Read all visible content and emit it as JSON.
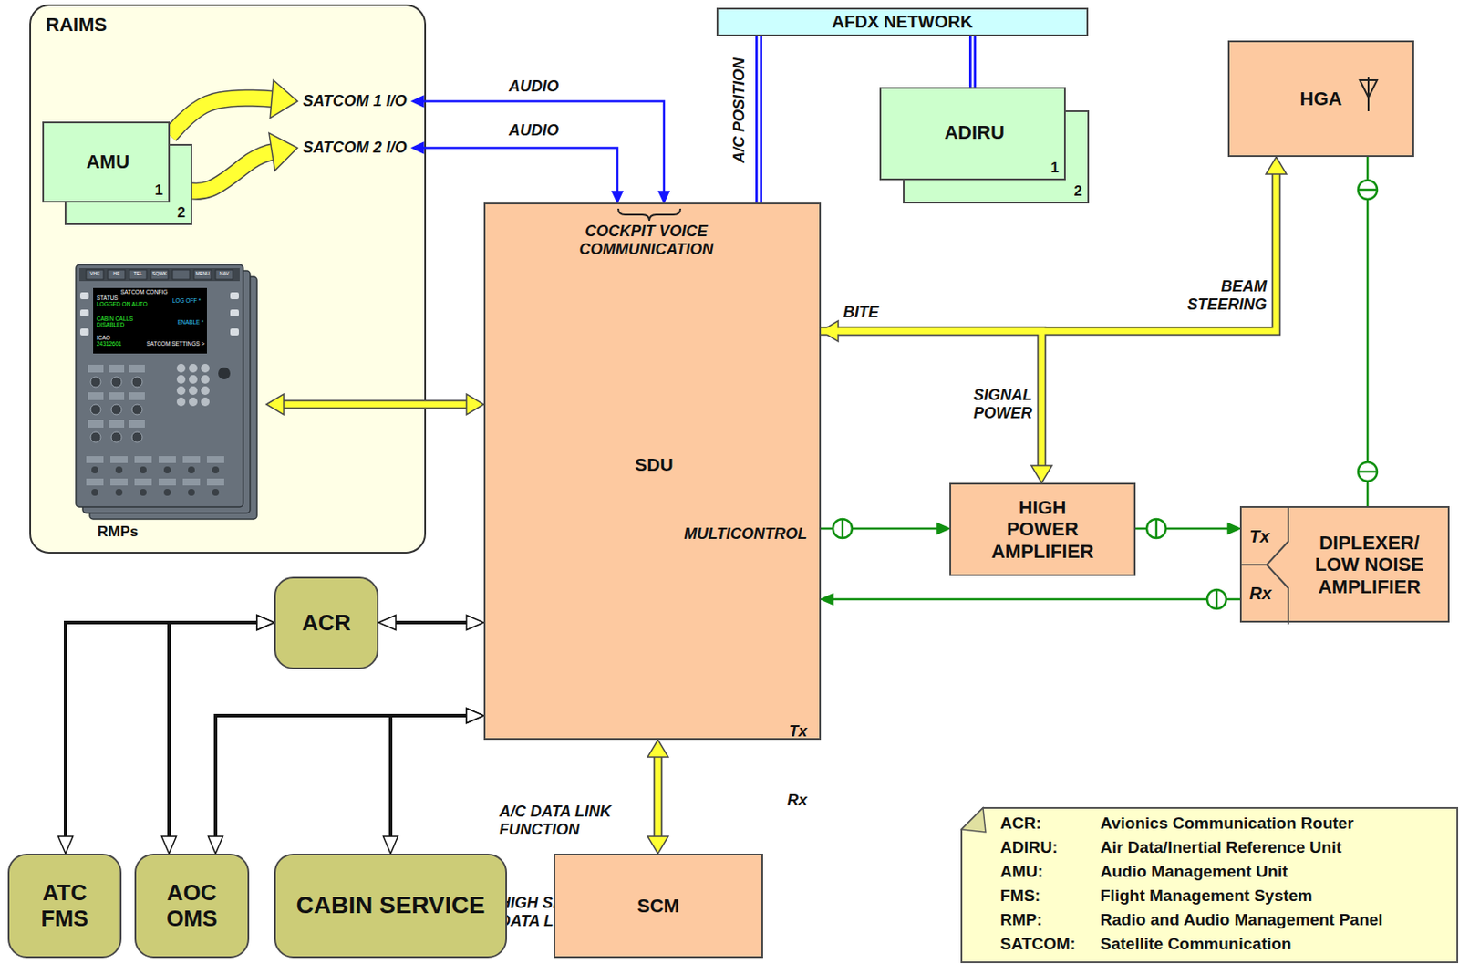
{
  "diagram": {
    "nodes": [
      {
        "text": [
          "RAIMS"
        ]
      },
      {
        "text": [
          "AMU",
          "1"
        ],
        "in": 0
      },
      {
        "text": [
          "2"
        ],
        "in": 0
      },
      {
        "text": [
          "SATCOM 1 I/O"
        ],
        "in": 0
      },
      {
        "text": [
          "SATCOM 2 I/O"
        ],
        "in": 0
      },
      {
        "text": [
          "VHF",
          "HF",
          "TEL",
          "SQWK",
          "MENU",
          "NAV",
          "SATCOM CONFIG",
          "STATUS",
          "LOGGED ON AUTO",
          "LOG OFF *",
          "CABIN CALLS",
          "DISABLED",
          "ENABLE *",
          "ICAO",
          "24312601",
          "SATCOM SETTINGS >",
          "RMPs"
        ],
        "in": 0
      },
      {
        "text": [
          "AFDX NETWORK"
        ]
      },
      {
        "text": [
          "ADIRU",
          "1"
        ]
      },
      {
        "text": [
          "2"
        ]
      },
      {
        "text": [
          "HGA"
        ]
      },
      {
        "text": [
          "SDU",
          "COCKPIT VOICE COMMUNICATION",
          "MULTICONTROL",
          "Tx",
          "Rx",
          "A/C DATA LINK FUNCTION",
          "HIGH SPEED DATA LINK"
        ]
      },
      {
        "text": [
          "HIGH POWER AMPLIFIER"
        ]
      },
      {
        "text": [
          "Tx",
          "Rx",
          "DIPLEXER/ LOW NOISE AMPLIFIER"
        ]
      },
      {
        "text": [
          "ACR"
        ]
      },
      {
        "text": [
          "ATC FMS"
        ]
      },
      {
        "text": [
          "AOC OMS"
        ]
      },
      {
        "text": [
          "CABIN SERVICE"
        ]
      },
      {
        "text": [
          "SCM"
        ]
      }
    ],
    "edges": [
      {
        "from": 1,
        "to": 3,
        "arrow": "to"
      },
      {
        "from": 1,
        "to": 4,
        "arrow": "to"
      },
      {
        "from": 3,
        "to": 10,
        "arrow": "both",
        "label": "AUDIO"
      },
      {
        "from": 4,
        "to": 10,
        "arrow": "both",
        "label": "AUDIO"
      },
      {
        "from": 6,
        "to": 10,
        "arrow": "none",
        "label": "A/C POSITION"
      },
      {
        "from": 6,
        "to": 7,
        "arrow": "none"
      },
      {
        "from": 5,
        "to": 10,
        "arrow": "both"
      },
      {
        "from": 10,
        "to": 9,
        "arrow": "both",
        "label": "BEAM STEERING"
      },
      {
        "from": 10,
        "to": 11,
        "arrow": "to",
        "label": "SIGNAL POWER"
      },
      {
        "from": 9,
        "to": 12,
        "arrow": "none"
      },
      {
        "from": 10,
        "to": 11,
        "arrow": "to"
      },
      {
        "from": 11,
        "to": 12,
        "arrow": "to"
      },
      {
        "from": 12,
        "to": 10,
        "arrow": "to"
      },
      {
        "from": 13,
        "to": 10,
        "arrow": "both"
      },
      {
        "from": 13,
        "to": 14,
        "arrow": "both"
      },
      {
        "from": 13,
        "to": 15,
        "arrow": "both"
      },
      {
        "from": 10,
        "to": 15,
        "arrow": "both"
      },
      {
        "from": 10,
        "to": 16,
        "arrow": "both"
      },
      {
        "from": 10,
        "to": 17,
        "arrow": "both"
      }
    ],
    "labels": [
      "BITE",
      "ACR:",
      "Avionics Communication Router",
      "ADIRU:",
      "Air Data/Inertial Reference Unit",
      "AMU:",
      "Audio Management Unit",
      "FMS:",
      "Flight Management System",
      "RMP:",
      "Radio and Audio Management Panel",
      "SATCOM:",
      "Satellite Communication"
    ]
  }
}
